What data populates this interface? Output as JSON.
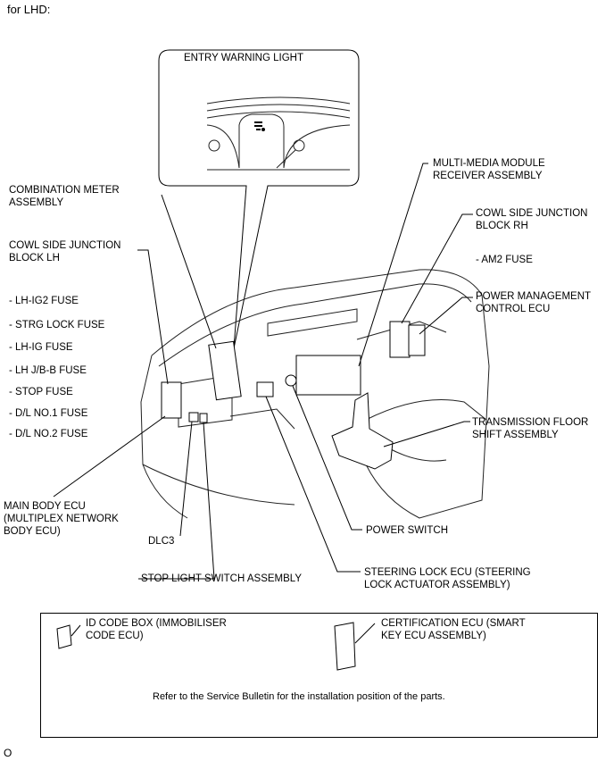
{
  "heading": "for LHD:",
  "callout_title": "ENTRY WARNING LIGHT",
  "labels": {
    "combination_meter": "COMBINATION METER\nASSEMBLY",
    "cowl_lh": "COWL SIDE JUNCTION\nBLOCK LH",
    "fuse_lh_ig2": "- LH-IG2 FUSE",
    "fuse_strg_lock": "- STRG LOCK FUSE",
    "fuse_lh_ig": "- LH-IG FUSE",
    "fuse_lh_jbb": "- LH J/B-B FUSE",
    "fuse_stop": "- STOP FUSE",
    "fuse_dl1": "- D/L NO.1 FUSE",
    "fuse_dl2": "- D/L NO.2 FUSE",
    "main_body_ecu": "MAIN BODY ECU\n(MULTIPLEX NETWORK\nBODY ECU)",
    "dlc3": "DLC3",
    "stop_light_switch": "STOP LIGHT SWITCH ASSEMBLY",
    "multimedia": "MULTI-MEDIA MODULE\nRECEIVER ASSEMBLY",
    "cowl_rh": "COWL SIDE JUNCTION\nBLOCK RH",
    "am2_fuse": "- AM2 FUSE",
    "power_mgmt": "POWER MANAGEMENT\nCONTROL ECU",
    "transmission": "TRANSMISSION FLOOR\nSHIFT ASSEMBLY",
    "power_switch": "POWER SWITCH",
    "steering_lock": "STEERING LOCK ECU (STEERING\nLOCK ACTUATOR ASSEMBLY)"
  },
  "note": {
    "id_code_box": "ID CODE BOX (IMMOBILISER\nCODE ECU)",
    "certification_ecu": "CERTIFICATION ECU (SMART\nKEY ECU ASSEMBLY)",
    "text": "Refer to the Service Bulletin for the installation position of the parts."
  },
  "page_marker": "O"
}
